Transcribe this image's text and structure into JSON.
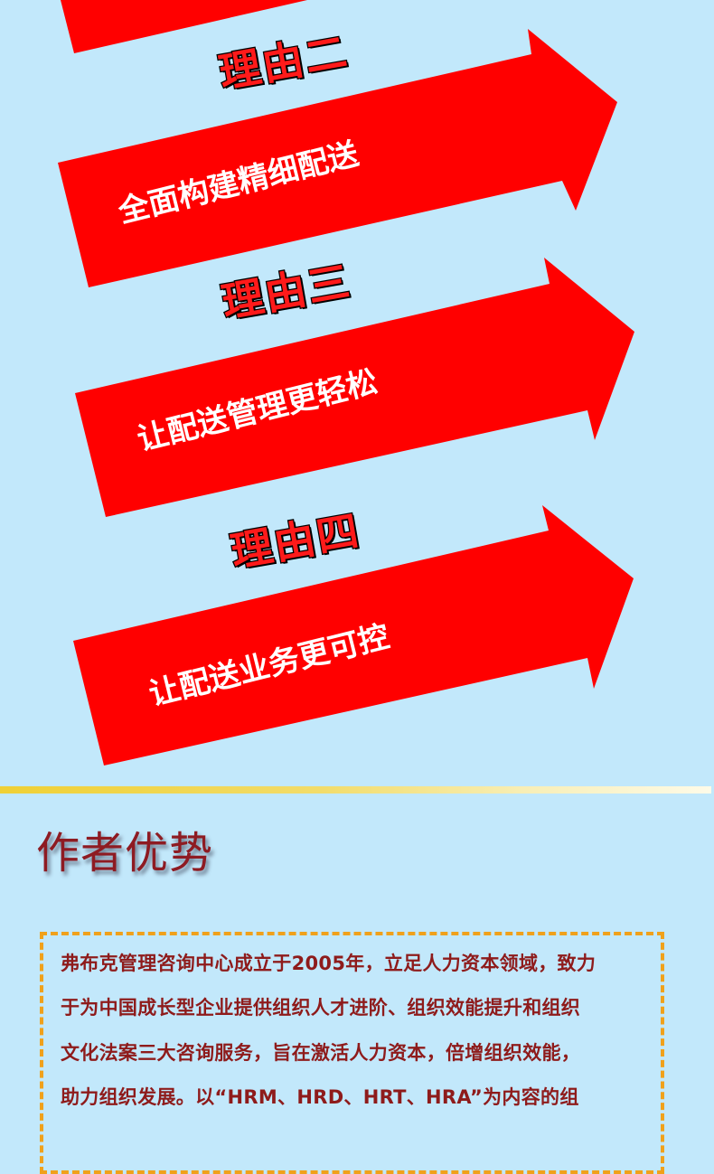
{
  "colors": {
    "background": "#c2e8fb",
    "arrow_fill": "#ff0000",
    "reason_label": "#ff1a1a",
    "arrow_text": "#ffffff",
    "divider_start": "#efd035",
    "divider_end": "#fefbe8",
    "section_title": "#8e1b22",
    "intro_text": "#8e1b1b",
    "dashed_border": "#f0a11b"
  },
  "reasons": [
    {
      "label": "理由二",
      "text": "全面构建精细配送"
    },
    {
      "label": "理由三",
      "text": "让配送管理更轻松"
    },
    {
      "label": "理由四",
      "text": "让配送业务更可控"
    }
  ],
  "author_section": {
    "title": "作者优势",
    "lines": [
      "弗布克管理咨询中心成立于2005年，立足人力资本领域，致力",
      "于为中国成长型企业提供组织人才进阶、组织效能提升和组织",
      "文化法案三大咨询服务，旨在激活人力资本，倍增组织效能，",
      "助力组织发展。以“HRM、HRD、HRT、HRA”为内容的组"
    ]
  }
}
